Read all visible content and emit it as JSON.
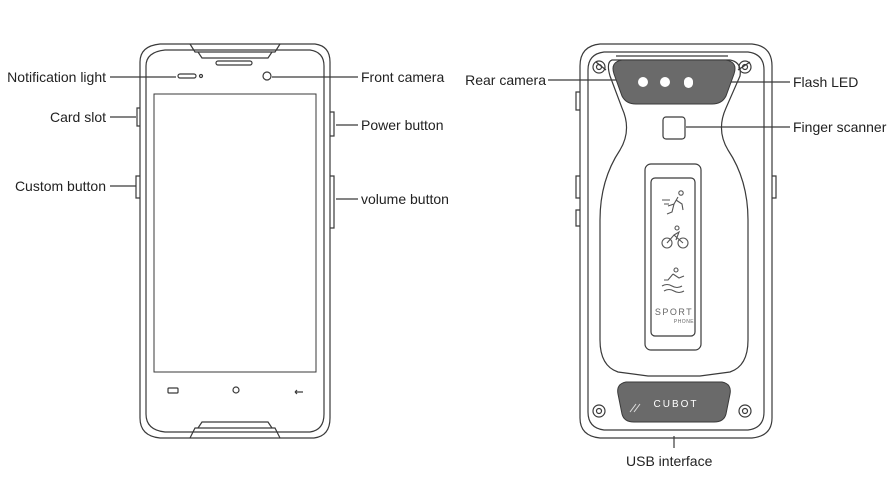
{
  "front_labels": {
    "notification_light": "Notification light",
    "card_slot": "Card slot",
    "custom_button": "Custom button",
    "front_camera": "Front camera",
    "power_button": "Power button",
    "volume_button": "volume button"
  },
  "back_labels": {
    "rear_camera": "Rear camera",
    "flash_led": "Flash LED",
    "finger_scanner": "Finger scanner",
    "usb_interface": "USB interface"
  },
  "back_branding": {
    "logo": "CUBOT",
    "sport": "SPORT",
    "phone": "PHONE"
  },
  "colors": {
    "outline": "#3a3a3a",
    "dark_panel": "#6a6a6a",
    "text": "#222222"
  }
}
